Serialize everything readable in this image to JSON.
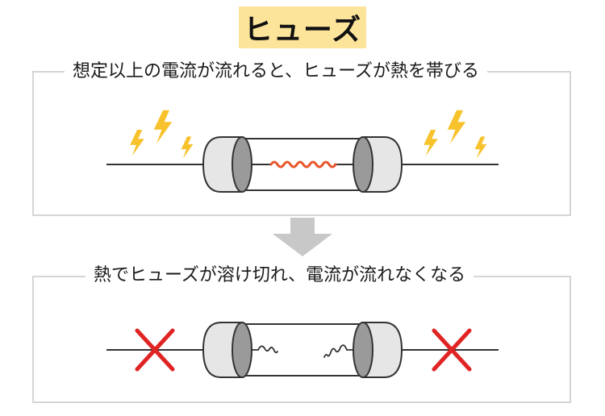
{
  "title": "ヒューズ",
  "panels": [
    {
      "caption": "想定以上の電流が流れると、ヒューズが熱を帯びる",
      "state": "heating"
    },
    {
      "caption": "熱でヒューズが溶け切れ、電流が流れなくなる",
      "state": "blown"
    }
  ],
  "colors": {
    "title_bg": "#fde49b",
    "lightning": "#f7c22c",
    "filament": "#e8562a",
    "cross": "#e02424",
    "arrow": "#c8c8c8",
    "frame": "#d5d5d5"
  },
  "icons": {
    "heat": "lightning-bolt-icon",
    "broken": "red-x-icon",
    "flow": "down-arrow-icon"
  }
}
